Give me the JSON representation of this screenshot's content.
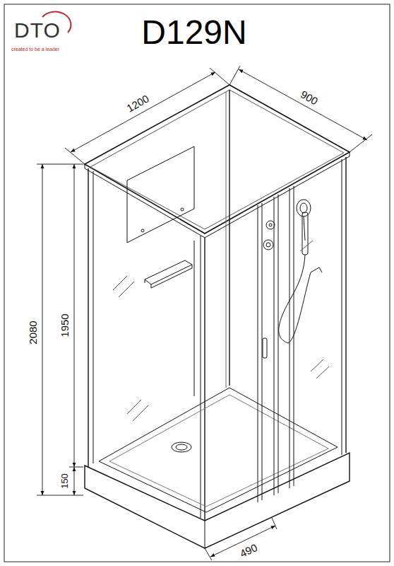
{
  "diagram": {
    "title": "D129N",
    "labels": [
      "DTO",
      "created to be a leader",
      "1200",
      "900",
      "2080",
      "1950",
      "150",
      "490"
    ]
  }
}
